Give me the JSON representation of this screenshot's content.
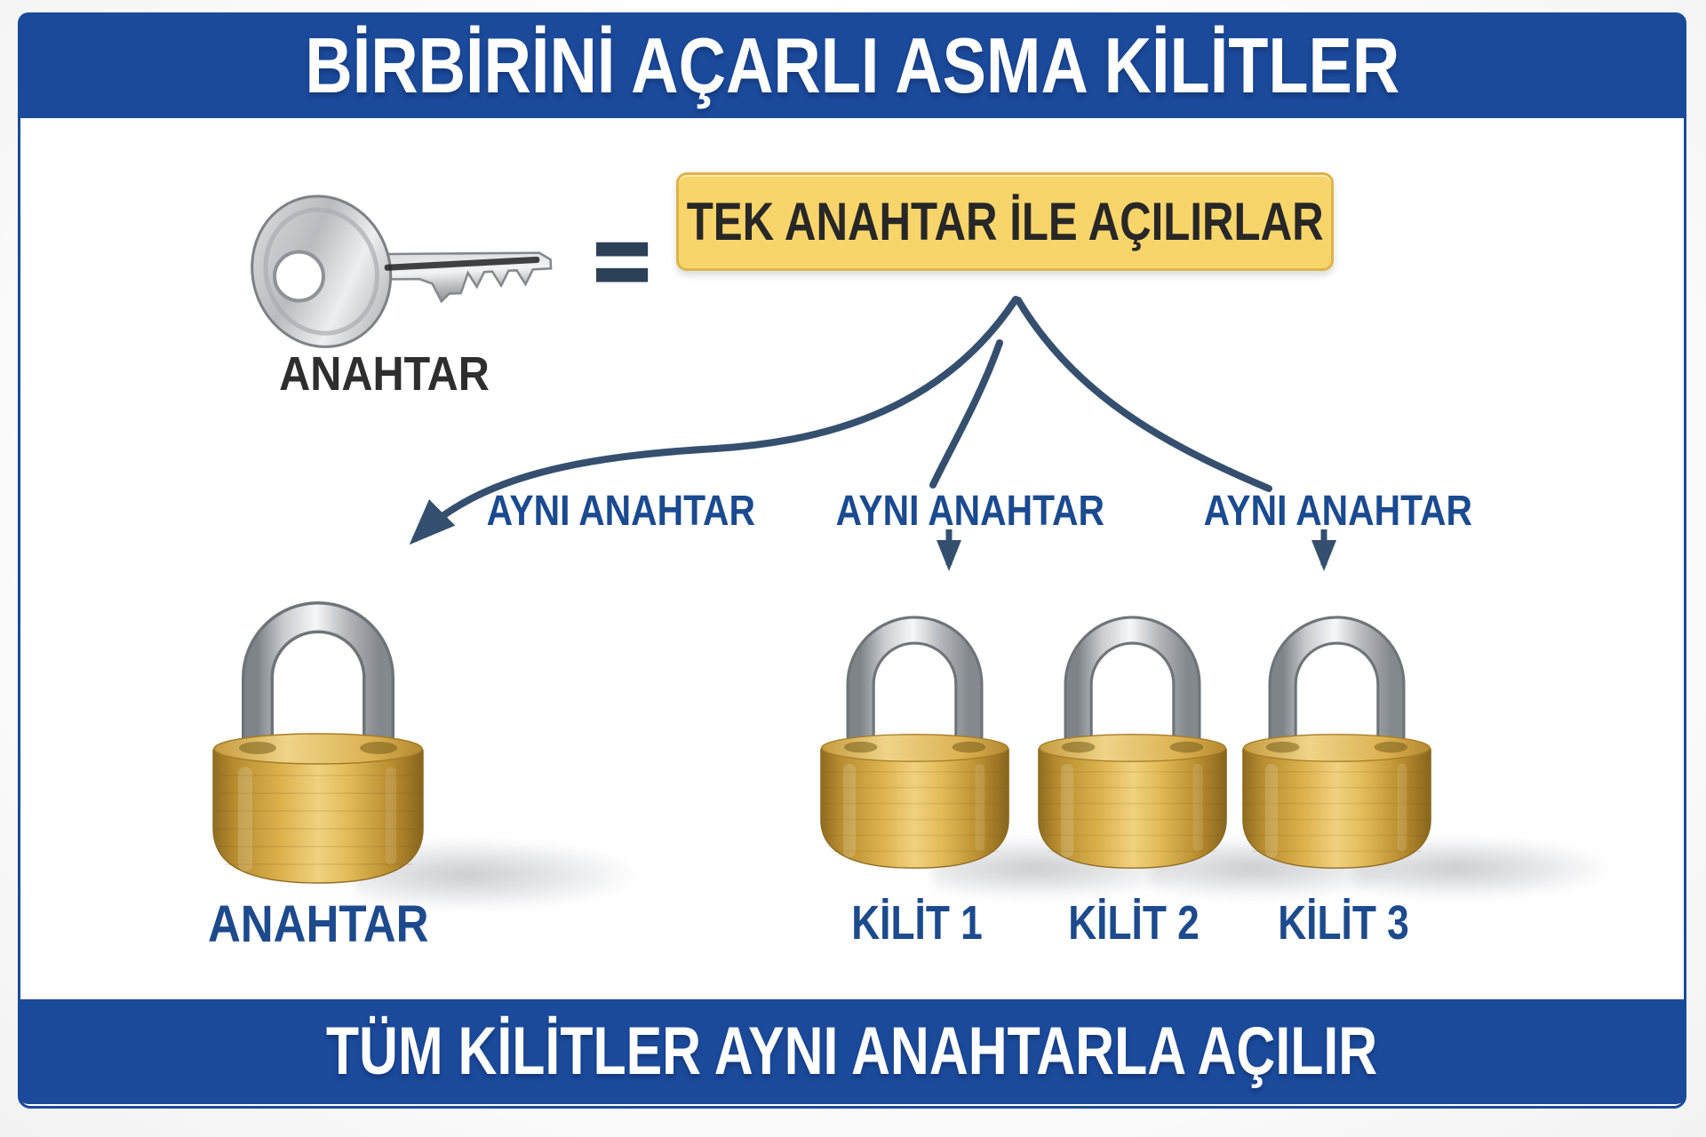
{
  "header": {
    "title": "BİRBİRİNİ AÇARLI ASMA KİLİTLER"
  },
  "key_section": {
    "key_caption": "ANAHTAR",
    "equals_symbol": "=",
    "banner_text": "TEK ANAHTAR İLE AÇILIRLAR"
  },
  "same_key_labels": [
    "AYNI ANAHTAR",
    "AYNI ANAHTAR",
    "AYNI ANAHTAR"
  ],
  "locks": [
    {
      "label": "ANAHTAR"
    },
    {
      "label": "KİLİT 1"
    },
    {
      "label": "KİLİT 2"
    },
    {
      "label": "KİLİT 3"
    }
  ],
  "footer": {
    "text": "TÜM KİLİTLER AYNI ANAHTARLA AÇILIR"
  },
  "colors": {
    "bar_blue": "#1b4a9b",
    "label_navy": "#1c4a8d",
    "arrow_slate": "#35506e",
    "banner_fill": "#f8d56a",
    "banner_border": "#deb54b",
    "banner_text_dark": "#272727",
    "key_caption_gray": "#2e2e2e",
    "brass_gold": "#d3a640",
    "steel_silver": "#c9cdd0"
  }
}
